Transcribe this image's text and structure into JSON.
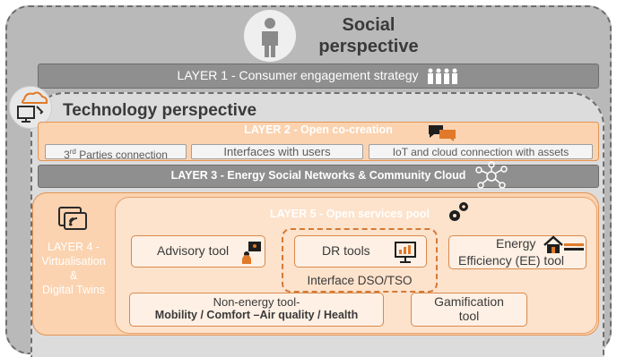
{
  "social": {
    "title_line1": "Social",
    "title_line2": "perspective"
  },
  "layer1": {
    "label": "LAYER 1 - Consumer engagement strategy"
  },
  "technology": {
    "title": "Technology perspective"
  },
  "layer2": {
    "label": "LAYER 2 - Open co-creation",
    "items": {
      "third_parties_sup": "rd",
      "third_parties_num": "3",
      "third_parties_text": " Parties connection",
      "interfaces": "Interfaces with users",
      "iot": "IoT and cloud connection with assets"
    }
  },
  "layer3": {
    "label": "LAYER 3 - Energy Social Networks & Community Cloud"
  },
  "layer4": {
    "line1": "LAYER 4 -",
    "line2": "Virtualisation",
    "line3": "&",
    "line4": "Digital Twins"
  },
  "layer5": {
    "label": "LAYER 5 - Open services pool",
    "advisory": "Advisory tool",
    "dr": "DR tools",
    "interface": "Interface DSO/TSO",
    "energy_line1": "Energy",
    "energy_line2": "Efficiency (EE) tool",
    "nonenergy_line1": "Non-energy tool-",
    "nonenergy_line2": "Mobility / Comfort –Air quality / Health",
    "gamification_line1": "Gamification",
    "gamification_line2": "tool"
  },
  "colors": {
    "orange_dark": "#e39452",
    "orange_fill": "#fbd3b0",
    "gray_bar": "#8f8f8f"
  }
}
